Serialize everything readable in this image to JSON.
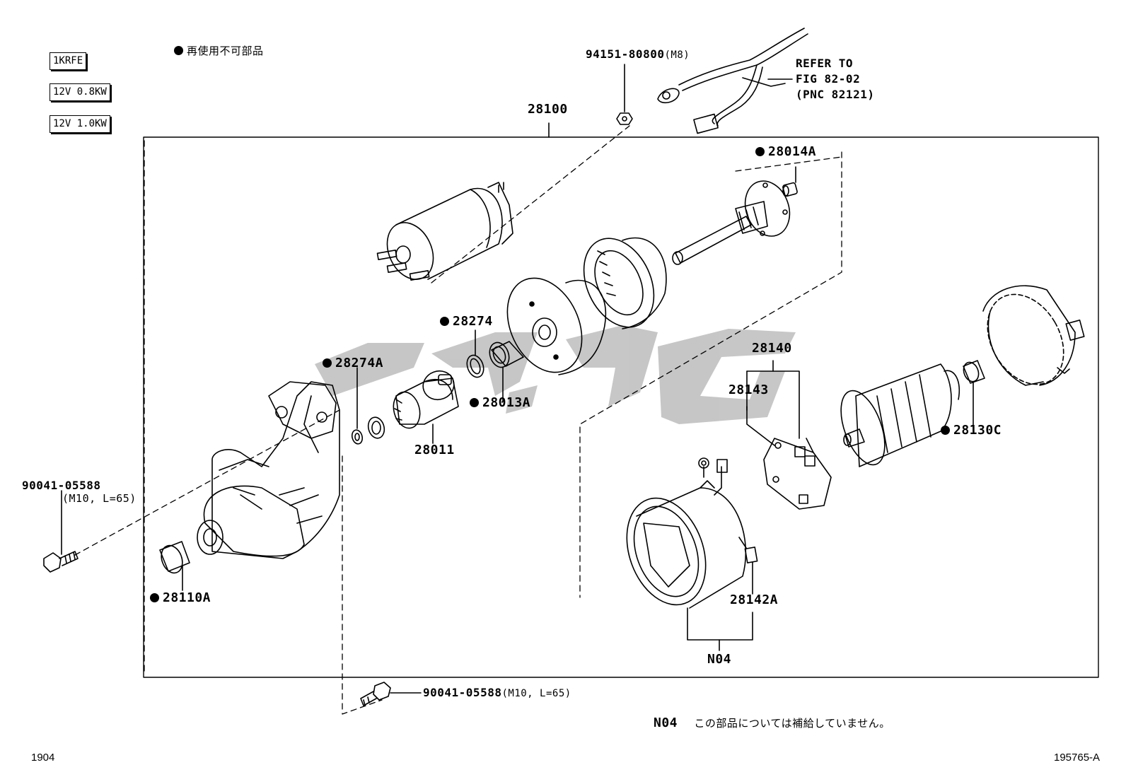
{
  "engine_tags": [
    "1KRFE",
    "12V 0.8KW",
    "12V 1.0KW"
  ],
  "legend": {
    "symbol": "dot",
    "text": "再使用不可部品"
  },
  "assembly_label": "28100",
  "parts": {
    "p94151": "94151-80800",
    "p94151_spec": "(M8)",
    "refer_line1": "REFER TO",
    "refer_line2": "FIG 82-02",
    "refer_line3": "(PNC 82121)",
    "p28014A": "28014A",
    "p28274": "28274",
    "p28274A": "28274A",
    "p28013A": "28013A",
    "p28011": "28011",
    "p28140": "28140",
    "p28143": "28143",
    "p28130C": "28130C",
    "p90041_a": "90041-05588",
    "p90041_a_spec": "(M10, L=65)",
    "p28110A": "28110A",
    "p28142A": "28142A",
    "pN04": "N04",
    "p90041_b": "90041-05588",
    "p90041_b_spec": "(M10, L=65)"
  },
  "note": {
    "code": "N04",
    "text": "この部品については補給していません。"
  },
  "footer": {
    "left": "1904",
    "right": "195765-A"
  }
}
